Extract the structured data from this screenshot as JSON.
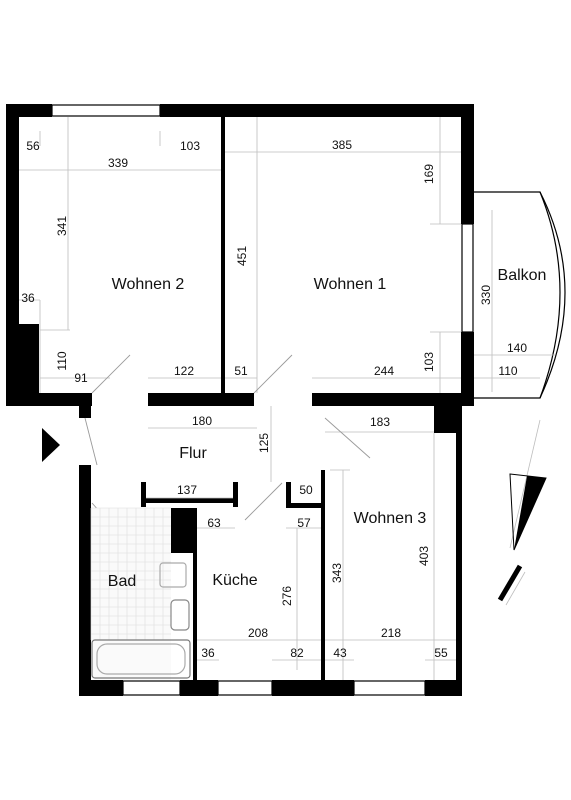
{
  "rooms": [
    {
      "id": "wohnen2",
      "label": "Wohnen 2"
    },
    {
      "id": "wohnen1",
      "label": "Wohnen 1"
    },
    {
      "id": "balkon",
      "label": "Balkon"
    },
    {
      "id": "flur",
      "label": "Flur"
    },
    {
      "id": "bad",
      "label": "Bad"
    },
    {
      "id": "kueche",
      "label": "Küche"
    },
    {
      "id": "wohnen3",
      "label": "Wohnen 3"
    }
  ],
  "dimensions": {
    "w2_top_left": "56",
    "w2_top_right": "103",
    "w2_width": "339",
    "w2_height": "341",
    "w2_side": "36",
    "w2_lower": "110",
    "w2_bottom_left": "91",
    "w2_bottom_right": "122",
    "w1_width": "385",
    "w1_right_top": "169",
    "w1_height": "451",
    "w1_bottom_left": "51",
    "w1_bottom_right": "244",
    "w1_right_bottom": "103",
    "balkon_height": "330",
    "balkon_width": "140",
    "balkon_inner": "110",
    "flur_width": "180",
    "flur_height": "125",
    "bad_top": "137",
    "kueche_top_left": "63",
    "kueche_top_right": "57",
    "kueche_niche": "50",
    "kueche_height": "276",
    "kueche_width": "208",
    "kueche_bottom_left": "36",
    "kueche_bottom_right": "82",
    "w3_top": "183",
    "w3_left": "343",
    "w3_right": "403",
    "w3_width": "218",
    "w3_bottom_left": "43",
    "w3_bottom_right": "55"
  }
}
